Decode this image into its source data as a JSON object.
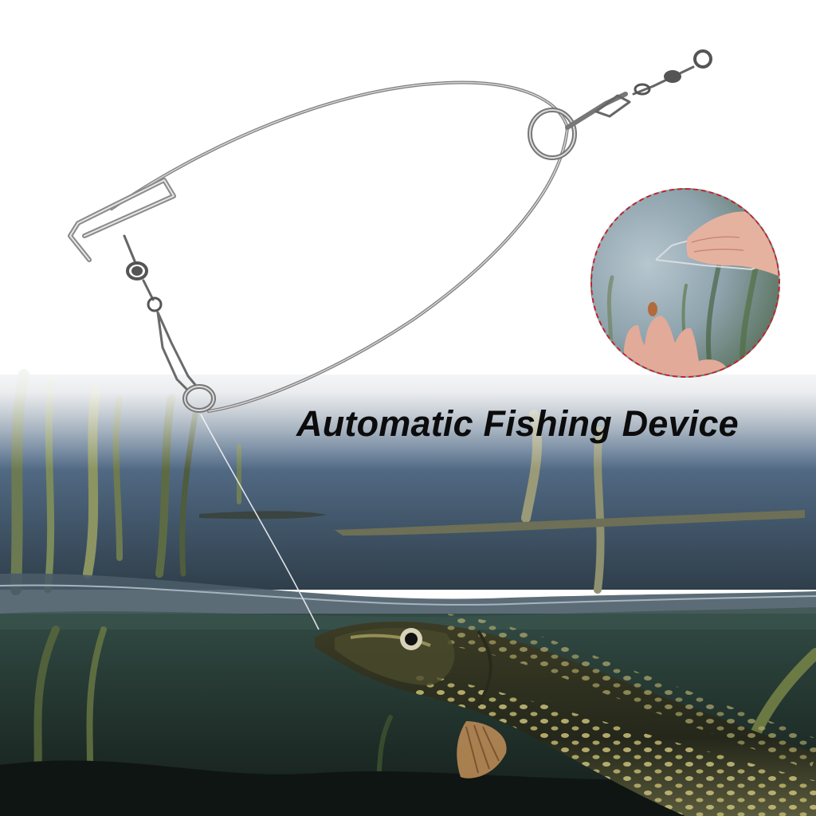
{
  "headline": "Automatic Fishing Device",
  "colors": {
    "inset_border": "#c4222a",
    "headline_text": "#0c0c0c",
    "water_surface": "#5b7088",
    "deep_water": "#1f2e2a"
  },
  "icons": {
    "device": "spring-wire-fish-trap",
    "inset": "hands-holding-device-and-bait",
    "fish": "pike-fish"
  }
}
